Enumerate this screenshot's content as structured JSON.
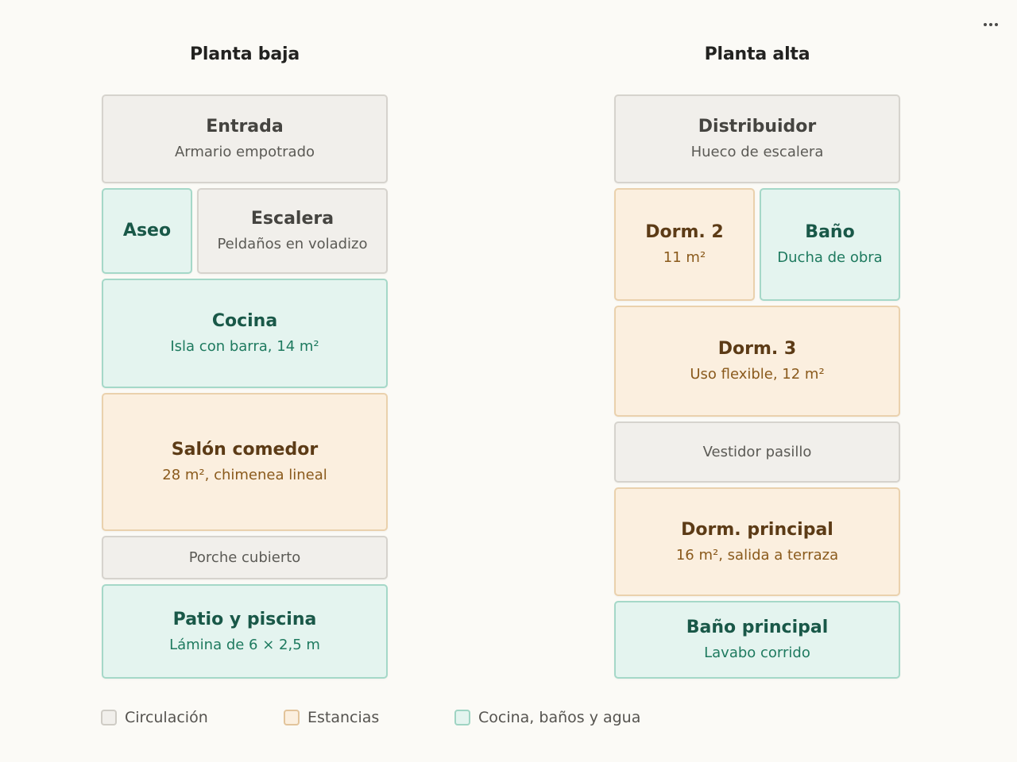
{
  "ground_floor": {
    "title": "Planta baja",
    "rooms": [
      {
        "name": "Entrada",
        "desc": "Armario empotrado"
      },
      {
        "name": "Aseo",
        "desc": ""
      },
      {
        "name": "Escalera",
        "desc": "Peldaños en voladizo"
      },
      {
        "name": "Cocina",
        "desc": "Isla con barra, 14 m²"
      },
      {
        "name": "Salón comedor",
        "desc": "28 m², chimenea lineal"
      },
      {
        "name": "",
        "desc": "Porche cubierto"
      },
      {
        "name": "Patio y piscina",
        "desc": "Lámina de 6 × 2,5 m"
      }
    ]
  },
  "upper_floor": {
    "title": "Planta alta",
    "rooms": [
      {
        "name": "Distribuidor",
        "desc": "Hueco de escalera"
      },
      {
        "name": "Dorm. 2",
        "desc": "11 m²"
      },
      {
        "name": "Baño",
        "desc": "Ducha de obra"
      },
      {
        "name": "Dorm. 3",
        "desc": "Uso flexible, 12 m²"
      },
      {
        "name": "",
        "desc": "Vestidor pasillo"
      },
      {
        "name": "Dorm. principal",
        "desc": "16 m², salida a terraza"
      },
      {
        "name": "Baño principal",
        "desc": "Lavabo corrido"
      }
    ]
  },
  "legend": [
    {
      "label": "Circulación",
      "color": "#f1efeb"
    },
    {
      "label": "Estancias",
      "color": "#fbefdf"
    },
    {
      "label": "Cocina, baños y agua",
      "color": "#e4f4ef"
    }
  ],
  "more_icon": "more-horizontal-icon"
}
